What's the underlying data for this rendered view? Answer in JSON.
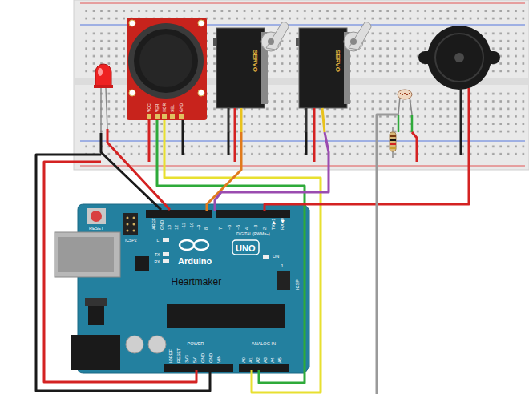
{
  "diagram": {
    "labels": [
      "RESET",
      "ICSP2",
      "L",
      "TX",
      "RX",
      "ON",
      "Arduino",
      "UNO",
      "Heartmaker",
      "DIGITAL (PWM=~)",
      "AREF",
      "GND",
      "13",
      "12",
      "~11",
      "~10",
      "~9",
      "8",
      "7",
      "~6",
      "~5",
      "4",
      "~3",
      "2",
      "TX▶1",
      "RX◀0",
      "IOREF",
      "RESET",
      "3V3",
      "5V",
      "GND",
      "GND",
      "VIN",
      "POWER",
      "A0",
      "A1",
      "A2",
      "A3",
      "A4",
      "A5",
      "ANALOG IN",
      "ICSP",
      "1",
      "SERVO",
      "SERVO",
      "VCC",
      "VER",
      "HOR",
      "SEL",
      "GND"
    ]
  }
}
